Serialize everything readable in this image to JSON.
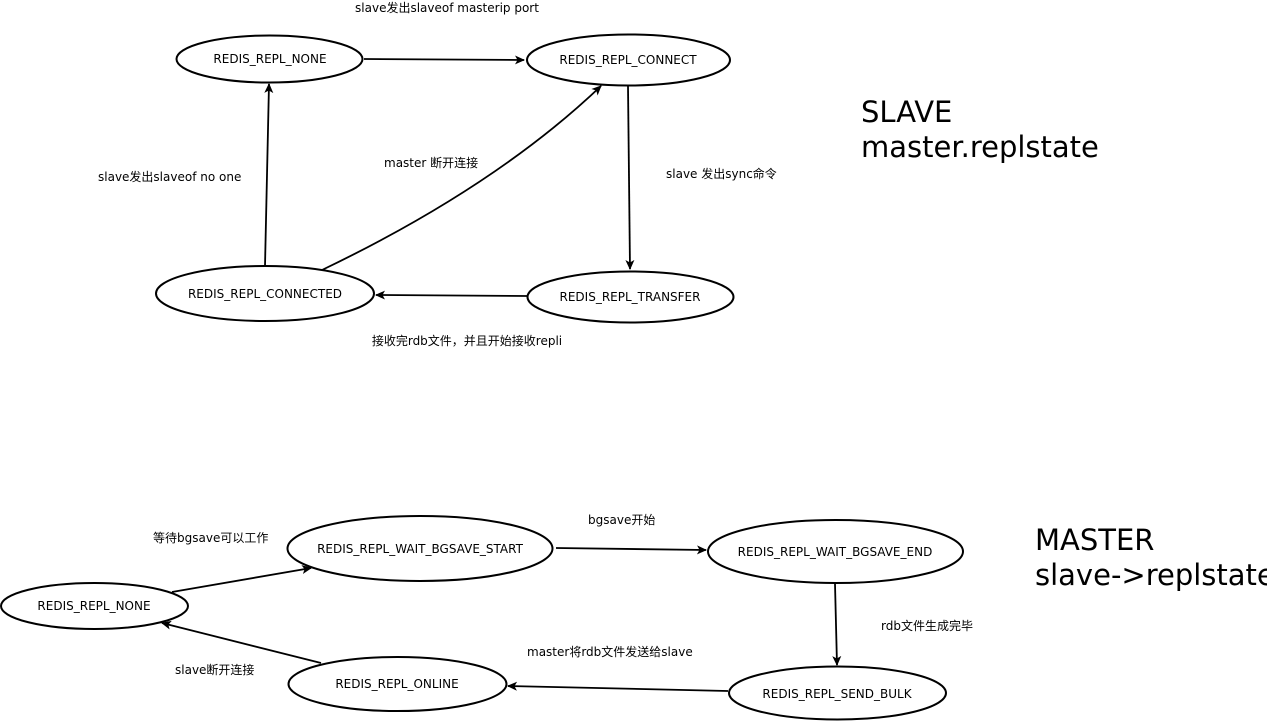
{
  "diagram": {
    "slave": {
      "title_line1": "SLAVE",
      "title_line2": "master.replstate",
      "nodes": {
        "none": "REDIS_REPL_NONE",
        "connect": "REDIS_REPL_CONNECT",
        "transfer": "REDIS_REPL_TRANSFER",
        "connected": "REDIS_REPL_CONNECTED"
      },
      "edges": {
        "none_to_connect": "slave发出slaveof masterip port",
        "connect_to_transfer": "slave 发出sync命令",
        "transfer_to_connected": "接收完rdb文件，并且开始接收repli",
        "connected_to_connect": "master 断开连接",
        "connected_to_none": "slave发出slaveof no one"
      }
    },
    "master": {
      "title_line1": "MASTER",
      "title_line2": "slave->replstate",
      "nodes": {
        "none": "REDIS_REPL_NONE",
        "wait_bgsave_start": "REDIS_REPL_WAIT_BGSAVE_START",
        "wait_bgsave_end": "REDIS_REPL_WAIT_BGSAVE_END",
        "send_bulk": "REDIS_REPL_SEND_BULK",
        "online": "REDIS_REPL_ONLINE"
      },
      "edges": {
        "none_to_start": "等待bgsave可以工作",
        "start_to_end": "bgsave开始",
        "end_to_send": "rdb文件生成完毕",
        "send_to_online": "master将rdb文件发送给slave",
        "online_to_none": "slave断开连接"
      }
    },
    "colors": {
      "stroke": "#000000",
      "background": "#ffffff"
    }
  }
}
